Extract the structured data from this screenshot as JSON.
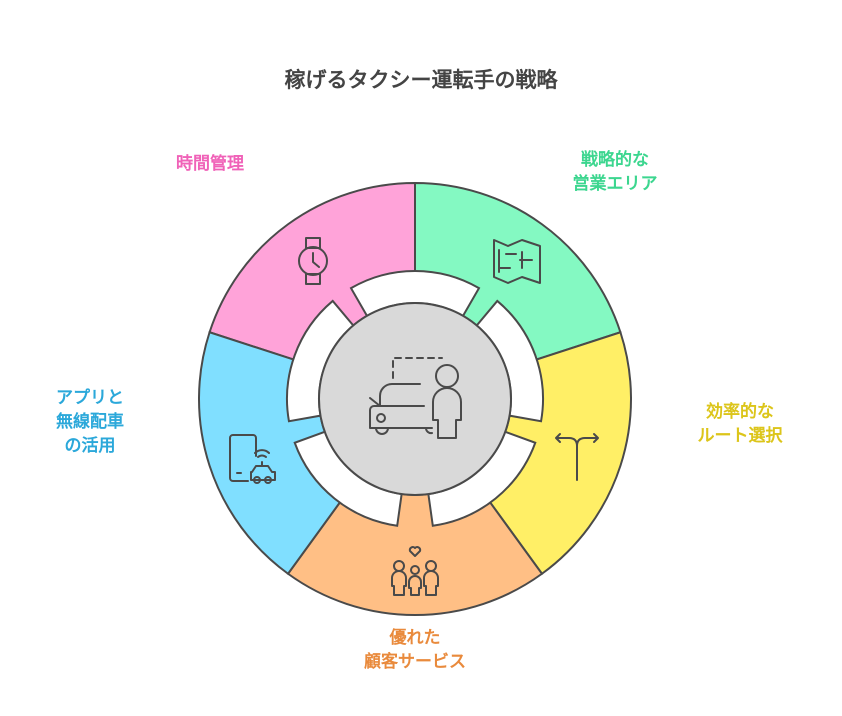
{
  "title": "稼げるタクシー運転手の戦略",
  "center": {
    "icon": "taxi-driver-icon"
  },
  "segments": [
    {
      "label_lines": [
        "時間管理"
      ],
      "icon": "watch-icon",
      "fill": "#FFA3D9",
      "text_color": "#F062B8"
    },
    {
      "label_lines": [
        "戦略的な",
        "営業エリア"
      ],
      "icon": "map-icon",
      "fill": "#84F9C2",
      "text_color": "#3CD68F"
    },
    {
      "label_lines": [
        "効率的な",
        "ルート選択"
      ],
      "icon": "route-split-icon",
      "fill": "#FFEF66",
      "text_color": "#DCC51A"
    },
    {
      "label_lines": [
        "優れた",
        "顧客サービス"
      ],
      "icon": "family-icon",
      "fill": "#FFBF85",
      "text_color": "#E98A3C"
    },
    {
      "label_lines": [
        "アプリと",
        "無線配車",
        "の活用"
      ],
      "icon": "phone-taxi-icon",
      "fill": "#80DFFF",
      "text_color": "#2BA8DA"
    }
  ]
}
